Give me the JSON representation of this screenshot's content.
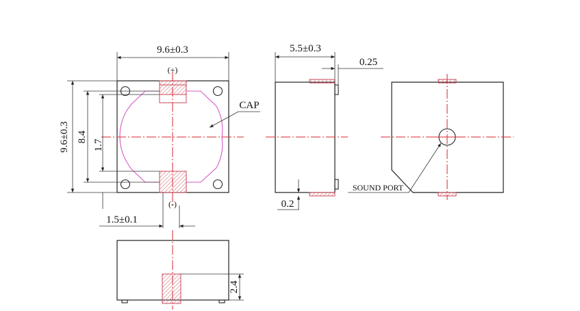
{
  "labels": {
    "top_width": "9.6±0.3",
    "left_height": "9.6±0.3",
    "inner_height": "8.4",
    "pad_spacing": "1.7",
    "pad_offset": "1.5±0.1",
    "cap": "CAP",
    "plus": "(+)",
    "minus": "(-)",
    "side_width": "5.5±0.3",
    "pad_thickness": "0.25",
    "standoff": "0.2",
    "sound_port": "SOUND PORT",
    "bottom_height": "2.4"
  },
  "colors": {
    "outline": "#222222",
    "centerline": "#d9262c",
    "cap_outline": "#d65ac2",
    "pad_hatch": "#c84a5a"
  }
}
